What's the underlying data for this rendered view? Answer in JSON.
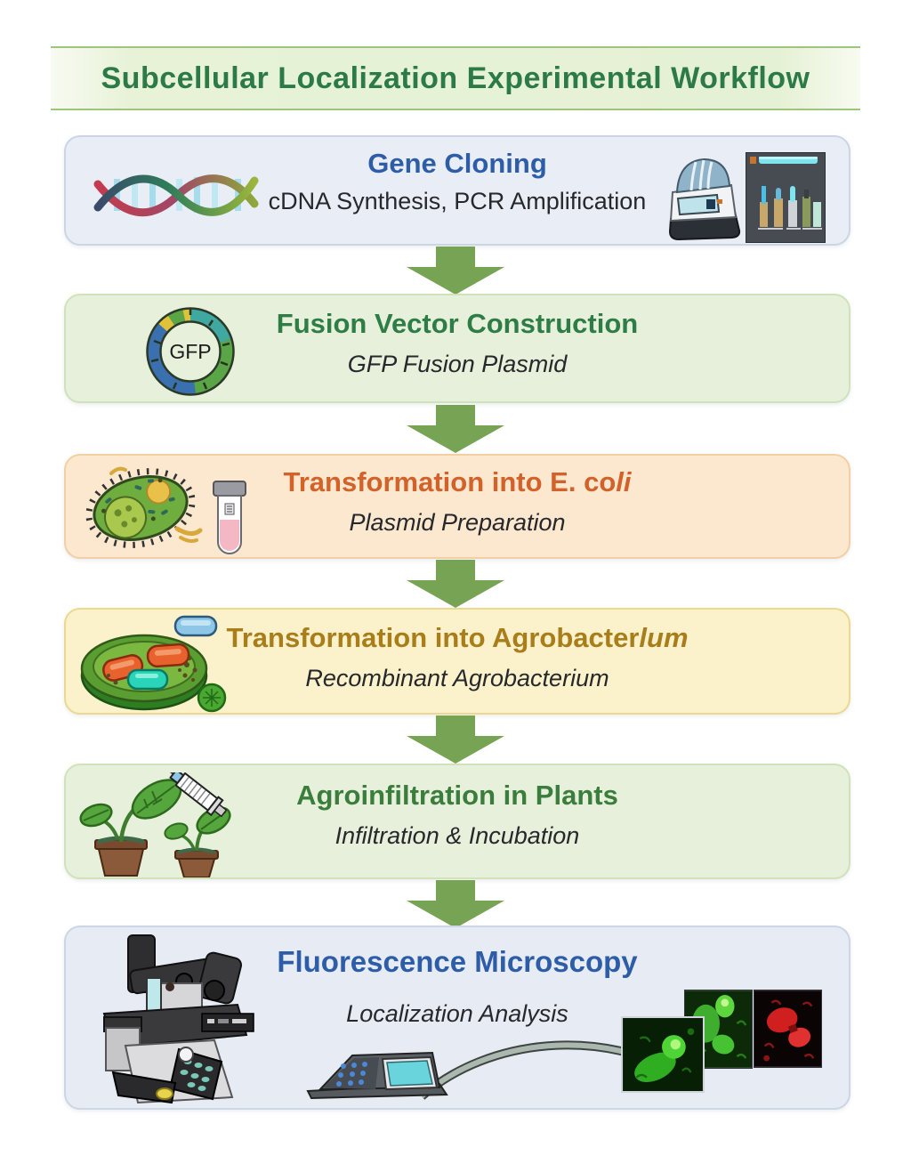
{
  "header": {
    "title": "Subcellular Localization Experimental Workflow",
    "text_color": "#2c7a45",
    "border_color": "#9fc47c"
  },
  "arrow": {
    "color": "#77a355"
  },
  "plasmid": {
    "label": "GFP"
  },
  "steps": [
    {
      "name": "gene-cloning",
      "title": "Gene Cloning",
      "title_italic": "",
      "subtitle": "cDNA Synthesis, PCR Amplification",
      "title_color": "#2e5da8",
      "bg": "#e9edf6",
      "border": "#ccd5e4",
      "icons": [
        "dna-helix",
        "pcr-thermocycler",
        "gel-electrophoresis"
      ]
    },
    {
      "name": "fusion-vector-construction",
      "title": "Fusion Vector Construction",
      "title_italic": "",
      "subtitle": "GFP Fusion Plasmid",
      "title_color": "#2e7d46",
      "bg": "#e7f0da",
      "border": "#d0e2ba",
      "icons": [
        "gfp-plasmid"
      ]
    },
    {
      "name": "transformation-into-e-coli",
      "title": "Transformation into E. co",
      "title_italic": "li",
      "subtitle": "Plasmid Preparation",
      "title_color": "#d2622a",
      "bg": "#fce7cf",
      "border": "#f2cfa4",
      "icons": [
        "e-coli-bacterium",
        "test-tube"
      ]
    },
    {
      "name": "transformation-into-agrobacterium",
      "title": "Transformation into Agrobacter",
      "title_italic": "lum",
      "subtitle": "Recombinant Agrobacterium",
      "title_color": "#a87d1a",
      "bg": "#fbf1ca",
      "border": "#ead98e",
      "icons": [
        "agrobacterium-culture",
        "capsule",
        "leaf"
      ]
    },
    {
      "name": "agroinfiltration-in-plants",
      "title": "Agroinfiltration in Plants",
      "title_italic": "",
      "subtitle": "Infiltration & Incubation",
      "title_color": "#3a7d3c",
      "bg": "#e7f0da",
      "border": "#d0e2ba",
      "icons": [
        "potted-plants",
        "syringe"
      ]
    },
    {
      "name": "fluorescence-microscopy",
      "title": "Fluorescence Microscopy",
      "title_italic": "",
      "subtitle": "Localization Analysis",
      "title_color": "#2e5da8",
      "bg": "#e6ebf4",
      "border": "#ccd6e6",
      "icons": [
        "microscope",
        "controller-keypad",
        "cable",
        "green-fluorescence-image",
        "green-fluorescence-image",
        "red-fluorescence-image"
      ]
    }
  ]
}
